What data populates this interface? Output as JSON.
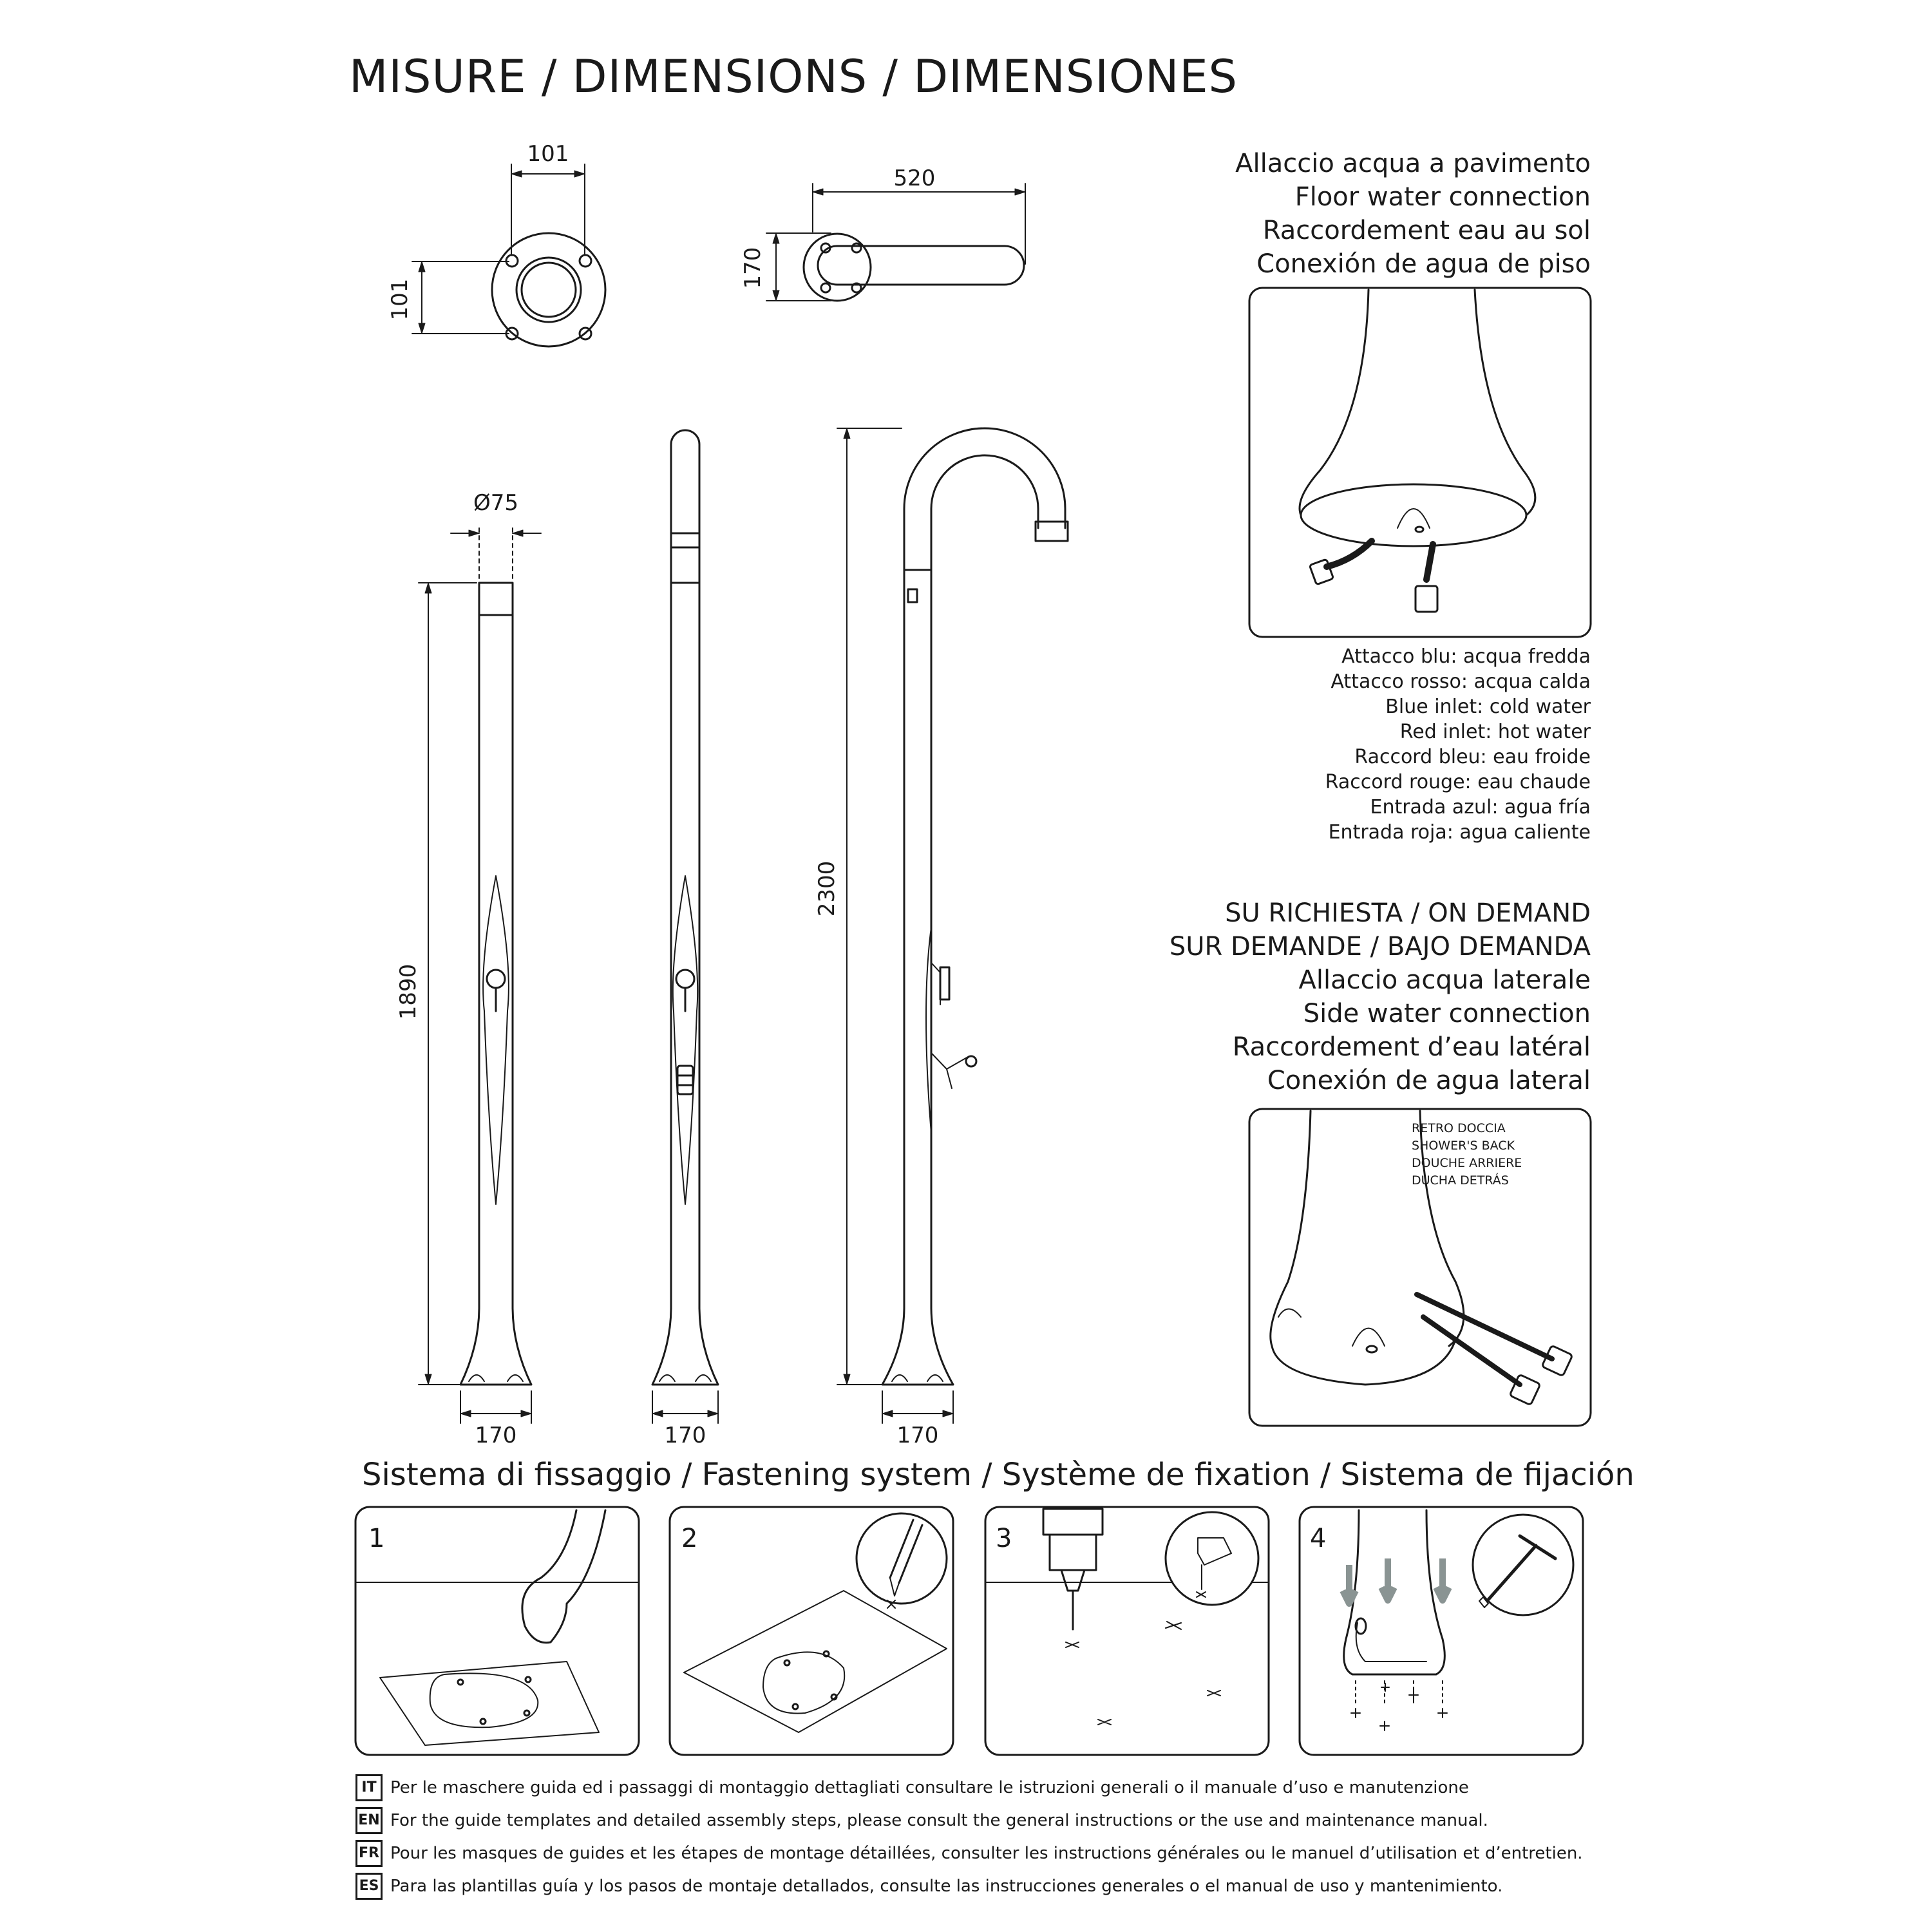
{
  "title": "MISURE / DIMENSIONS / DIMENSIONES",
  "dimensions": {
    "base_width": "101",
    "base_height": "101",
    "arm_length": "520",
    "arm_width": "170",
    "diameter": "Ø75",
    "height_1": "1890",
    "height_2": "2300",
    "foot_1": "170",
    "foot_2": "170",
    "foot_3": "170"
  },
  "floor_connection": {
    "lines": [
      "Allaccio acqua a pavimento",
      "Floor water connection",
      "Raccordement eau au sol",
      "Conexión de agua de piso"
    ]
  },
  "inlet_legend": [
    "Attacco blu: acqua fredda",
    "Attacco rosso: acqua calda",
    "Blue inlet: cold water",
    "Red inlet: hot water",
    "Raccord bleu: eau froide",
    "Raccord rouge: eau chaude",
    "Entrada azul: agua fría",
    "Entrada roja: agua caliente"
  ],
  "on_demand": {
    "lines": [
      "SU RICHIESTA / ON DEMAND",
      "SUR DEMANDE / BAJO DEMANDA",
      "Allaccio acqua laterale",
      "Side water connection",
      "Raccordement d’eau latéral",
      "Conexión de agua lateral"
    ]
  },
  "shower_back_label": [
    "RETRO DOCCIA",
    "SHOWER'S BACK",
    "DOUCHE ARRIERE",
    "DUCHA DETRÁS"
  ],
  "fastening": {
    "title": "Sistema di fissaggio / Fastening system / Système de fixation / Sistema de fijación",
    "steps": [
      "1",
      "2",
      "3",
      "4"
    ]
  },
  "notes": [
    {
      "lang": "IT",
      "text": "Per le maschere guida ed i passaggi di montaggio dettagliati consultare le istruzioni generali o il manuale d’uso e manutenzione"
    },
    {
      "lang": "EN",
      "text": "For the guide templates and detailed assembly steps, please consult the general instructions or the use and maintenance manual."
    },
    {
      "lang": "FR",
      "text": "Pour les masques de guides et les étapes de montage détaillées, consulter les instructions générales ou le manuel d’utilisation et d’entretien."
    },
    {
      "lang": "ES",
      "text": "Para las plantillas guía y los pasos de montaje detallados, consulte las instrucciones generales o el manual de uso y mantenimiento."
    }
  ]
}
